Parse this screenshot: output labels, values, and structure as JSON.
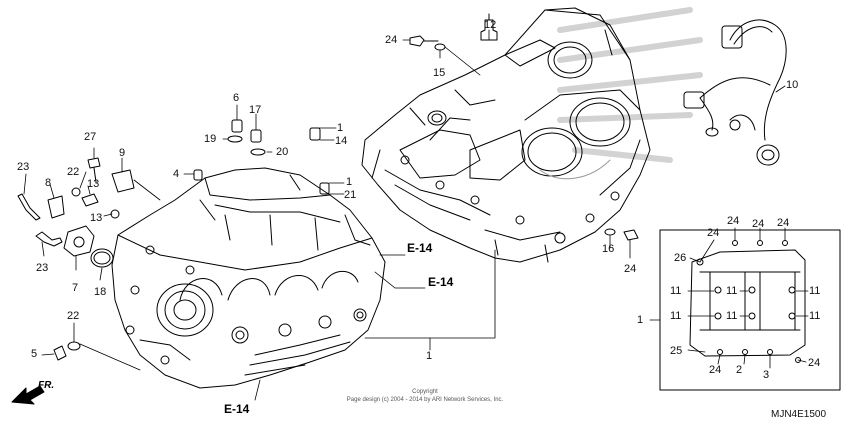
{
  "diagram": {
    "callouts": [
      {
        "id": "c1a",
        "text": "1"
      },
      {
        "id": "c14a",
        "text": "14"
      },
      {
        "id": "c1b",
        "text": "1"
      },
      {
        "id": "c21",
        "text": "21"
      },
      {
        "id": "c1c",
        "text": "1"
      },
      {
        "id": "c1d",
        "text": "1"
      },
      {
        "id": "c2",
        "text": "2"
      },
      {
        "id": "c3",
        "text": "3"
      },
      {
        "id": "c4",
        "text": "4"
      },
      {
        "id": "c5",
        "text": "5"
      },
      {
        "id": "c6",
        "text": "6"
      },
      {
        "id": "c7",
        "text": "7"
      },
      {
        "id": "c8",
        "text": "8"
      },
      {
        "id": "c9",
        "text": "9"
      },
      {
        "id": "c10",
        "text": "10"
      },
      {
        "id": "c12",
        "text": "12"
      },
      {
        "id": "c13a",
        "text": "13"
      },
      {
        "id": "c13b",
        "text": "13"
      },
      {
        "id": "c15",
        "text": "15"
      },
      {
        "id": "c16",
        "text": "16"
      },
      {
        "id": "c17",
        "text": "17"
      },
      {
        "id": "c18",
        "text": "18"
      },
      {
        "id": "c19",
        "text": "19"
      },
      {
        "id": "c20",
        "text": "20"
      },
      {
        "id": "c22a",
        "text": "22"
      },
      {
        "id": "c22b",
        "text": "22"
      },
      {
        "id": "c23a",
        "text": "23"
      },
      {
        "id": "c23b",
        "text": "23"
      },
      {
        "id": "c24a",
        "text": "24"
      },
      {
        "id": "c24b",
        "text": "24"
      },
      {
        "id": "c24c",
        "text": "24"
      },
      {
        "id": "c24d",
        "text": "24"
      },
      {
        "id": "c24e",
        "text": "24"
      },
      {
        "id": "c24f",
        "text": "24"
      },
      {
        "id": "c24g",
        "text": "24"
      },
      {
        "id": "c25",
        "text": "25"
      },
      {
        "id": "c26",
        "text": "26"
      },
      {
        "id": "c27",
        "text": "27"
      },
      {
        "id": "c11a",
        "text": "11"
      },
      {
        "id": "c11b",
        "text": "11"
      },
      {
        "id": "c11c",
        "text": "11"
      },
      {
        "id": "c11d",
        "text": "11"
      },
      {
        "id": "c11e",
        "text": "11"
      },
      {
        "id": "c11f",
        "text": "11"
      }
    ],
    "references": [
      {
        "id": "e14a",
        "text": "E-14"
      },
      {
        "id": "e14b",
        "text": "E-14"
      },
      {
        "id": "e14c",
        "text": "E-14"
      }
    ],
    "front_label": "FR.",
    "copyright_line1": "Copyright",
    "copyright_line2": "Page design (c) 2004 - 2014 by ARI Network Services, Inc.",
    "diagram_code": "MJN4E1500"
  }
}
